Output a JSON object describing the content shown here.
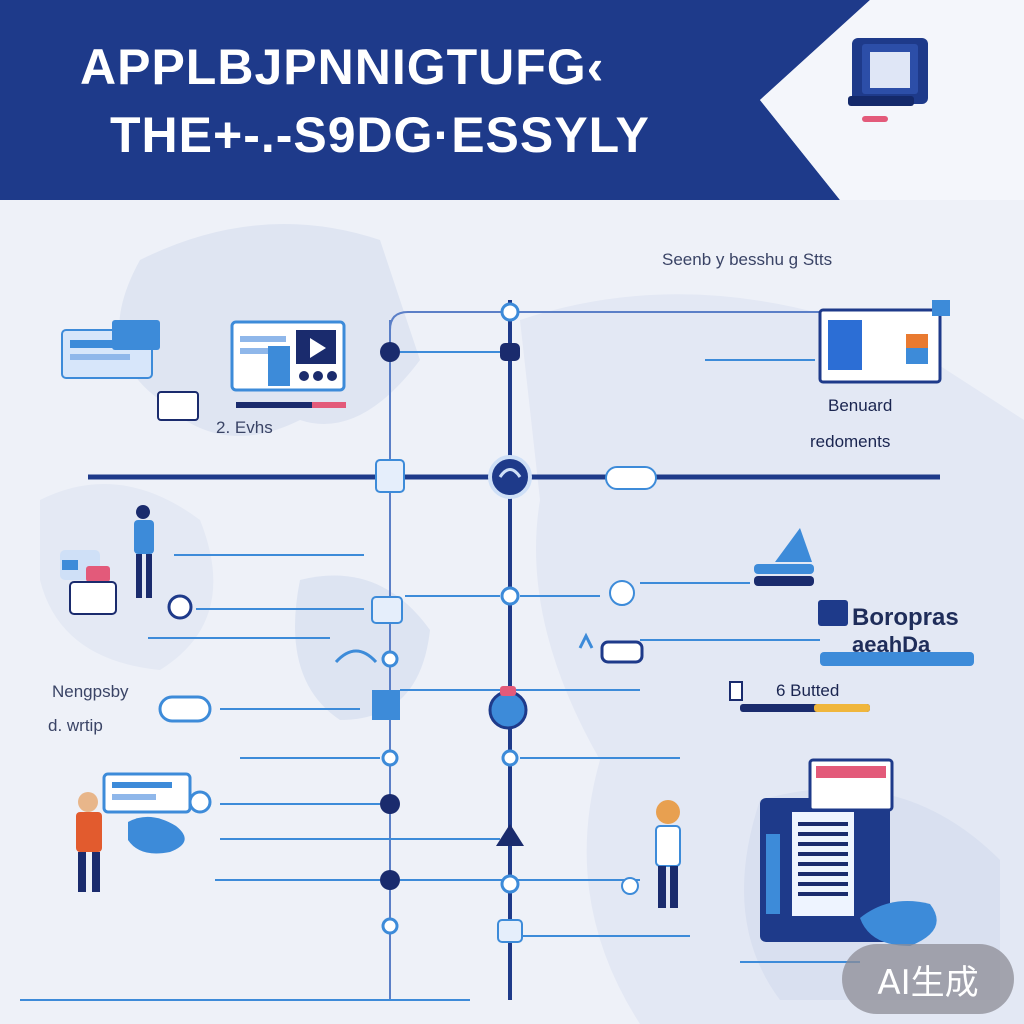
{
  "header": {
    "title_line1": "APPLBJPNNIGTUFG‹",
    "title_line2": "THE+-.-S9DG·ESSYLY"
  },
  "labels": {
    "top_right": "Seenb y besshu  g Stts",
    "evhs": "2. Evhs",
    "benuard": "Benuard",
    "redoments": "redoments",
    "boropras_1": "Boropras",
    "boropras_2": "aeahDa",
    "butted": "6 Butted",
    "nengpsby": "Nengpsby",
    "wrtip": "d. wrtip",
    "bottom_left": "..."
  },
  "badge": {
    "text": "AI生成"
  },
  "colors": {
    "navy": "#1e3a8a",
    "dark_blue": "#1a2b6d",
    "light_blue": "#3d8bd9",
    "pink": "#e35a7a",
    "background": "#eef1f8"
  }
}
